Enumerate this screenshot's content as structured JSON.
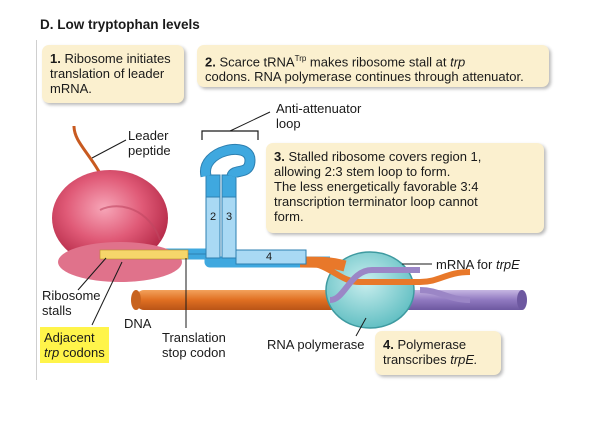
{
  "title": "D. Low tryptophan levels",
  "steps": [
    {
      "num": "1.",
      "lines": [
        "Ribosome initiates",
        "translation of leader",
        "mRNA."
      ]
    },
    {
      "num": "2.",
      "line1_pre": "Scarce tRNA",
      "line1_sup": "Trp",
      "line1_mid": " makes ribosome stall at ",
      "line1_ital": "trp",
      "line2": "codons. RNA polymerase continues through attenuator."
    },
    {
      "num": "3.",
      "lines": [
        "Stalled ribosome covers region 1,",
        "allowing 2:3 stem loop to form.",
        "The less energetically favorable 3:4",
        "transcription terminator loop cannot",
        "form."
      ]
    },
    {
      "num": "4.",
      "line1": "Polymerase",
      "line2_pre": "transcribes ",
      "line2_ital": "trpE."
    }
  ],
  "labels": {
    "leader_peptide": [
      "Leader",
      "peptide"
    ],
    "anti_attenuator": [
      "Anti-attenuator",
      "loop"
    ],
    "ribosome_stalls": [
      "Ribosome",
      "stalls"
    ],
    "dna": "DNA",
    "adjacent": [
      "Adjacent",
      "trp",
      "codons"
    ],
    "translation_stop": [
      "Translation",
      "stop codon"
    ],
    "rna_polymerase": "RNA polymerase",
    "mrna_pre": "mRNA for ",
    "mrna_ital": "trpE"
  },
  "regions": {
    "r2": "2",
    "r3": "3",
    "r4": "4"
  },
  "colors": {
    "box_fill": "#fbf0cf",
    "mrna_blue": "#3fa8df",
    "dna_orange": "#e8782a",
    "dna_purple": "#9b86c6",
    "ribosome_pink": "#d8445e",
    "polymerase_teal": "#7ccfd0",
    "highlight": "#fff44a"
  }
}
